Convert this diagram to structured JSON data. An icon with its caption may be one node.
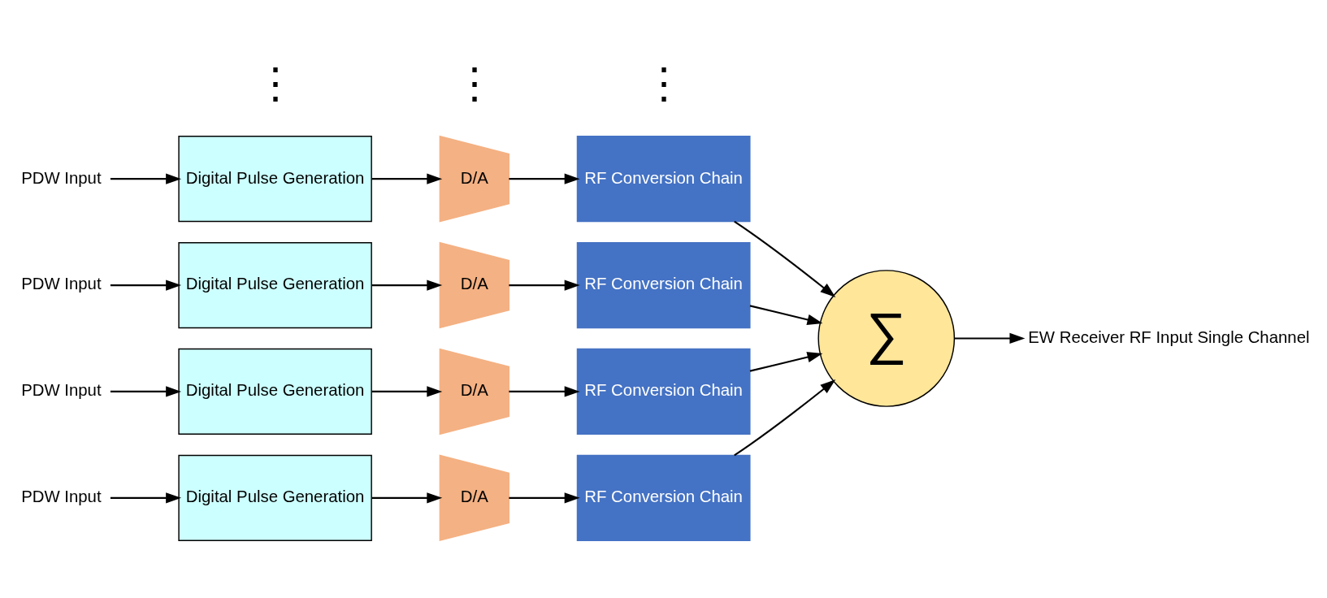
{
  "diagram": {
    "nodes": [
      {
        "text": [
          "PDW Input"
        ]
      },
      {
        "text": [
          "Digital Pulse Generation"
        ]
      },
      {
        "text": [
          "D/A"
        ]
      },
      {
        "text": [
          "RF Conversion Chain"
        ]
      },
      {
        "text": [
          "PDW Input"
        ]
      },
      {
        "text": [
          "Digital Pulse Generation"
        ]
      },
      {
        "text": [
          "D/A"
        ]
      },
      {
        "text": [
          "RF Conversion Chain"
        ]
      },
      {
        "text": [
          "PDW Input"
        ]
      },
      {
        "text": [
          "Digital Pulse Generation"
        ]
      },
      {
        "text": [
          "D/A"
        ]
      },
      {
        "text": [
          "RF Conversion Chain"
        ]
      },
      {
        "text": [
          "PDW Input"
        ]
      },
      {
        "text": [
          "Digital Pulse Generation"
        ]
      },
      {
        "text": [
          "D/A"
        ]
      },
      {
        "text": [
          "RF Conversion Chain"
        ]
      },
      {
        "text": [
          "∑"
        ]
      },
      {
        "text": [
          "EW Receiver RF Input Single Channel"
        ]
      }
    ],
    "edges": [
      {
        "from": 0,
        "to": 1,
        "arrow": "to"
      },
      {
        "from": 1,
        "to": 2,
        "arrow": "to"
      },
      {
        "from": 2,
        "to": 3,
        "arrow": "to"
      },
      {
        "from": 4,
        "to": 5,
        "arrow": "to"
      },
      {
        "from": 5,
        "to": 6,
        "arrow": "to"
      },
      {
        "from": 6,
        "to": 7,
        "arrow": "to"
      },
      {
        "from": 8,
        "to": 9,
        "arrow": "to"
      },
      {
        "from": 9,
        "to": 10,
        "arrow": "to"
      },
      {
        "from": 10,
        "to": 11,
        "arrow": "to"
      },
      {
        "from": 12,
        "to": 13,
        "arrow": "to"
      },
      {
        "from": 13,
        "to": 14,
        "arrow": "to"
      },
      {
        "from": 14,
        "to": 15,
        "arrow": "to"
      },
      {
        "from": 3,
        "to": 16,
        "arrow": "to"
      },
      {
        "from": 7,
        "to": 16,
        "arrow": "to"
      },
      {
        "from": 11,
        "to": 16,
        "arrow": "to"
      },
      {
        "from": 15,
        "to": 16,
        "arrow": "to"
      },
      {
        "from": 16,
        "to": 17,
        "arrow": "to"
      }
    ],
    "labels": [
      "⋮",
      "⋮",
      "⋮"
    ]
  }
}
